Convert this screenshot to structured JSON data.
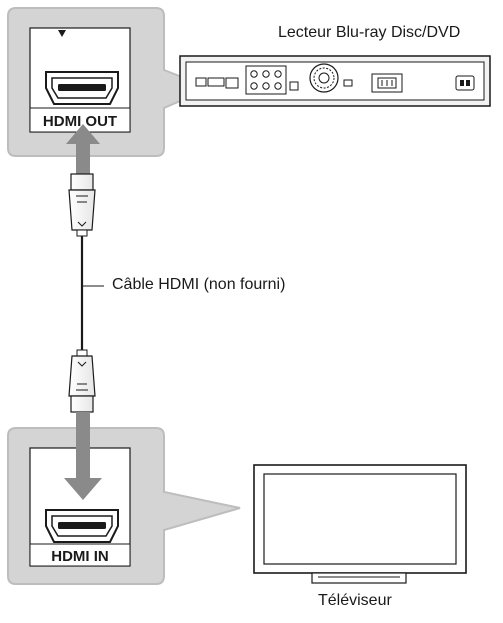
{
  "device_label": "Lecteur Blu-ray Disc/DVD",
  "port_out_label": "HDMI OUT",
  "cable_label": "Câble HDMI (non fourni)",
  "port_in_label": "HDMI IN",
  "tv_label": "Téléviseur",
  "colors": {
    "callout_fill": "#d4d4d4",
    "callout_stroke": "#bdbdbd",
    "arrow": "#8a8a8a",
    "line": "#1a1a1a"
  }
}
